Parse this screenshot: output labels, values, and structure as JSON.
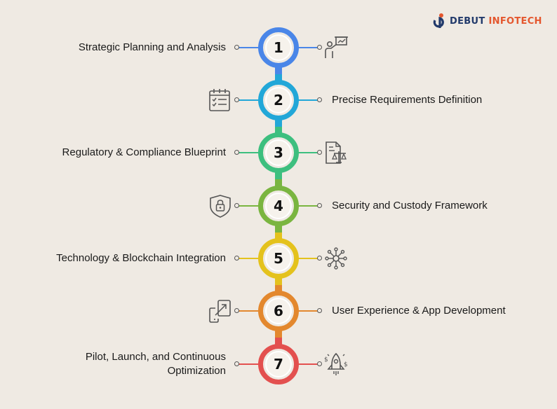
{
  "brand": {
    "name_part1": "DEBUT",
    "name_part2": "INFOTECH"
  },
  "steps": [
    {
      "number": "1",
      "label": "Strategic Planning and Analysis",
      "side": "left",
      "icon": "presentation-icon",
      "color": "#4a86e8"
    },
    {
      "number": "2",
      "label": "Precise Requirements Definition",
      "side": "right",
      "icon": "checklist-calendar-icon",
      "color": "#22a7d8"
    },
    {
      "number": "3",
      "label": "Regulatory & Compliance Blueprint",
      "side": "left",
      "icon": "document-scale-icon",
      "color": "#3dbf7f"
    },
    {
      "number": "4",
      "label": "Security and Custody Framework",
      "side": "right",
      "icon": "shield-lock-icon",
      "color": "#7ab540"
    },
    {
      "number": "5",
      "label": "Technology & Blockchain Integration",
      "side": "left",
      "icon": "network-nodes-icon",
      "color": "#e4c21d"
    },
    {
      "number": "6",
      "label": "User Experience & App Development",
      "side": "right",
      "icon": "phone-expand-icon",
      "color": "#e3882e"
    },
    {
      "number": "7",
      "label": "Pilot, Launch, and Continuous Optimization",
      "label_lines": [
        "Pilot, Launch, and Continuous",
        "Optimization"
      ],
      "side": "left",
      "icon": "rocket-dollar-icon",
      "color": "#e3504f"
    }
  ]
}
